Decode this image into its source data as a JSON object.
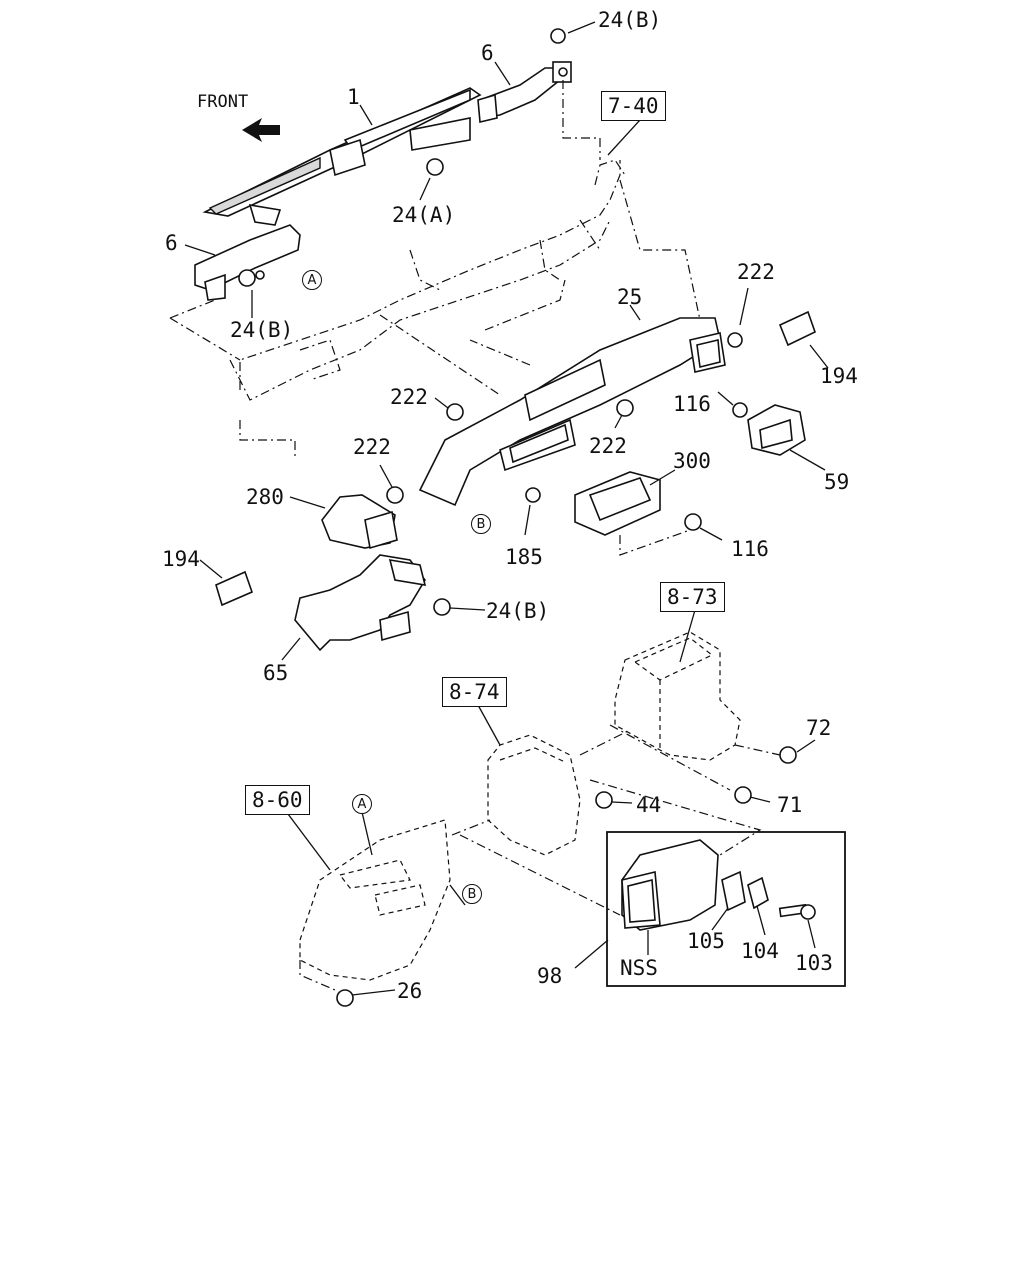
{
  "front_label": "FRONT",
  "refs": {
    "r740": "7-40",
    "r873": "8-73",
    "r874": "8-74",
    "r860": "8-60"
  },
  "parts": {
    "p24b_top": "24(B)",
    "p6_top": "6",
    "p1": "1",
    "p24a": "24(A)",
    "p6_left": "6",
    "p24b_left": "24(B)",
    "p222_top": "222",
    "p25": "25",
    "p194_right": "194",
    "p116_right": "116",
    "p222_mid": "222",
    "p222_mid2": "222",
    "p222_left": "222",
    "p280": "280",
    "p300": "300",
    "p59": "59",
    "p185": "185",
    "p116_low": "116",
    "p194_left": "194",
    "p24b_low": "24(B)",
    "p65": "65",
    "p72": "72",
    "p44": "44",
    "p71": "71",
    "p26": "26",
    "p98": "98",
    "nss": "NSS",
    "p105": "105",
    "p104": "104",
    "p103": "103"
  },
  "markers": {
    "a1": "A",
    "b1": "B",
    "a2": "A",
    "b2": "B"
  }
}
